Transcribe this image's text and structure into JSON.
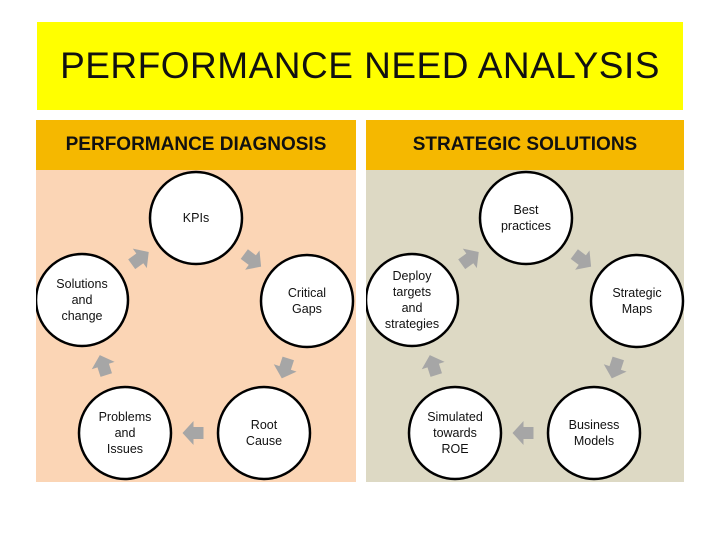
{
  "title": "PERFORMANCE NEED ANALYSIS",
  "colors": {
    "title_bg": "#ffff00",
    "header_bg": "#f5b800",
    "left_bg": "#fbd5b5",
    "right_bg": "#ddd9c4",
    "arrow": "#a6a6a6"
  },
  "panels": [
    {
      "heading": "PERFORMANCE DIAGNOSIS",
      "nodes": [
        "KPIs",
        "Critical\nGaps",
        "Root\nCause",
        "Problems\nand\nIssues",
        "Solutions\nand\nchange"
      ]
    },
    {
      "heading": "STRATEGIC SOLUTIONS",
      "nodes": [
        "Best\npractices",
        "Strategic\nMaps",
        "Business\nModels",
        "Simulated\ntowards\nROE",
        "Deploy\ntargets\nand\nstrategies"
      ]
    }
  ]
}
